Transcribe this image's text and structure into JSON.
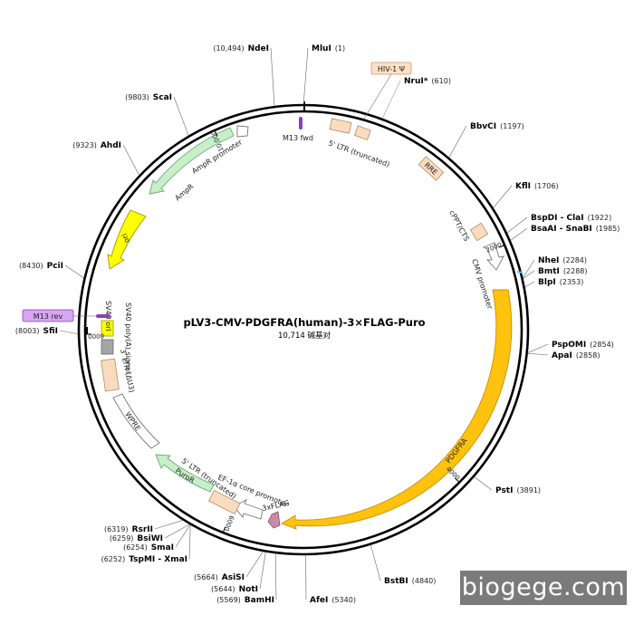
{
  "plasmid": {
    "name": "pLV3-CMV-PDGFRA(human)-3×FLAG-Puro",
    "size_label": "10,714 碱基对",
    "total_bp": 10714
  },
  "ticks": [
    {
      "label": "2000",
      "bp": 2000
    },
    {
      "label": "4000",
      "bp": 4000
    },
    {
      "label": "6000",
      "bp": 6000
    },
    {
      "label": "8000",
      "bp": 8000
    },
    {
      "label": "10,000",
      "bp": 10000
    }
  ],
  "sites": [
    {
      "name": "MluI",
      "pos": "(1)",
      "bp": 1,
      "side": "right"
    },
    {
      "name": "NdeI",
      "pos": "(10,494)",
      "bp": 10494,
      "side": "left"
    },
    {
      "name": "NruI*",
      "pos": "(610)",
      "bp": 610,
      "side": "right",
      "muted": true
    },
    {
      "name": "BbvCI",
      "pos": "(1197)",
      "bp": 1197,
      "side": "right"
    },
    {
      "name": "KflI",
      "pos": "(1706)",
      "bp": 1706,
      "side": "right"
    },
    {
      "name": "BspDI - ClaI",
      "pos": "(1922)",
      "bp": 1922,
      "side": "right"
    },
    {
      "name": "BsaAI - SnaBI",
      "pos": "(1985)",
      "bp": 1985,
      "side": "right"
    },
    {
      "name": "NheI",
      "pos": "(2284)",
      "bp": 2284,
      "side": "right"
    },
    {
      "name": "BmtI",
      "pos": "(2288)",
      "bp": 2288,
      "side": "right"
    },
    {
      "name": "BlpI",
      "pos": "(2353)",
      "bp": 2353,
      "side": "right"
    },
    {
      "name": "PspOMI",
      "pos": "(2854)",
      "bp": 2854,
      "side": "right"
    },
    {
      "name": "ApaI",
      "pos": "(2858)",
      "bp": 2858,
      "side": "right"
    },
    {
      "name": "PstI",
      "pos": "(3891)",
      "bp": 3891,
      "side": "right"
    },
    {
      "name": "BstBI",
      "pos": "(4840)",
      "bp": 4840,
      "side": "right"
    },
    {
      "name": "AfeI",
      "pos": "(5340)",
      "bp": 5340,
      "side": "right"
    },
    {
      "name": "BamHI",
      "pos": "(5569)",
      "bp": 5569,
      "side": "left"
    },
    {
      "name": "NotI",
      "pos": "(5644)",
      "bp": 5644,
      "side": "left"
    },
    {
      "name": "AsiSI",
      "pos": "(5664)",
      "bp": 5664,
      "side": "left"
    },
    {
      "name": "TspMI - XmaI",
      "pos": "(6252)",
      "bp": 6252,
      "side": "left"
    },
    {
      "name": "SmaI",
      "pos": "(6254)",
      "bp": 6254,
      "side": "left"
    },
    {
      "name": "BsiWI",
      "pos": "(6259)",
      "bp": 6259,
      "side": "left"
    },
    {
      "name": "RsrII",
      "pos": "(6319)",
      "bp": 6319,
      "side": "left"
    },
    {
      "name": "SfiI",
      "pos": "(8003)",
      "bp": 8003,
      "side": "left"
    },
    {
      "name": "PciI",
      "pos": "(8430)",
      "bp": 8430,
      "side": "left"
    },
    {
      "name": "AhdI",
      "pos": "(9323)",
      "bp": 9323,
      "side": "left"
    },
    {
      "name": "ScaI",
      "pos": "(9803)",
      "bp": 9803,
      "side": "left"
    }
  ],
  "features": [
    {
      "id": "ltr5",
      "label": "5' LTR (truncated)",
      "color": "#f9dcc0",
      "stroke": "#b88a60"
    },
    {
      "id": "rre",
      "label": "RRE",
      "color": "#f9dcc0",
      "stroke": "#b88a60"
    },
    {
      "id": "cppt",
      "label": "cPPT/CTS",
      "color": "#f9dcc0",
      "stroke": "#b88a60"
    },
    {
      "id": "cmv",
      "label": "CMV promoter",
      "color": "#ffffff",
      "stroke": "#777777"
    },
    {
      "id": "pdgfra",
      "label": "PDGFRA",
      "color": "#ffc20e",
      "stroke": "#c99100"
    },
    {
      "id": "flag",
      "label": "3xFLAG",
      "color": "#c98aa6",
      "stroke": "#8a4c68"
    },
    {
      "id": "ef1a",
      "label": "EF-1α core promoter",
      "color": "#ffffff",
      "stroke": "#777777"
    },
    {
      "id": "ltr5b",
      "label": "5' LTR (truncated)",
      "color": "#f9dcc0",
      "stroke": "#b88a60"
    },
    {
      "id": "puro",
      "label": "PuroR",
      "color": "#c7efc9",
      "stroke": "#6aa96e"
    },
    {
      "id": "wpre",
      "label": "WPRE",
      "color": "#ffffff",
      "stroke": "#777777"
    },
    {
      "id": "ltr3",
      "label": "3' LTR (ΔU3)",
      "color": "#f9dcc0",
      "stroke": "#b88a60"
    },
    {
      "id": "sv40pa",
      "label": "SV40 poly(A) signal",
      "color": "#a6a6a6",
      "stroke": "#666666"
    },
    {
      "id": "sv40ori",
      "label": "SV40 ori",
      "color": "#ffff00",
      "stroke": "#9a9a00"
    },
    {
      "id": "ori",
      "label": "ori",
      "color": "#ffff00",
      "stroke": "#9a9a00"
    },
    {
      "id": "ampr",
      "label": "AmpR",
      "color": "#c7efc9",
      "stroke": "#6aa96e"
    },
    {
      "id": "amprprom",
      "label": "AmpR promoter",
      "color": "#ffffff",
      "stroke": "#777777"
    }
  ],
  "primers": [
    {
      "label": "M13 fwd",
      "color": "#8b3fb8"
    },
    {
      "label": "M13 rev",
      "color": "#8b3fb8",
      "box": "#d6a6f0"
    }
  ],
  "hiv": {
    "label": "HIV-1 Ψ",
    "box": "#fde0c4",
    "stroke": "#c79a6a"
  },
  "watermark": "biogege.com"
}
